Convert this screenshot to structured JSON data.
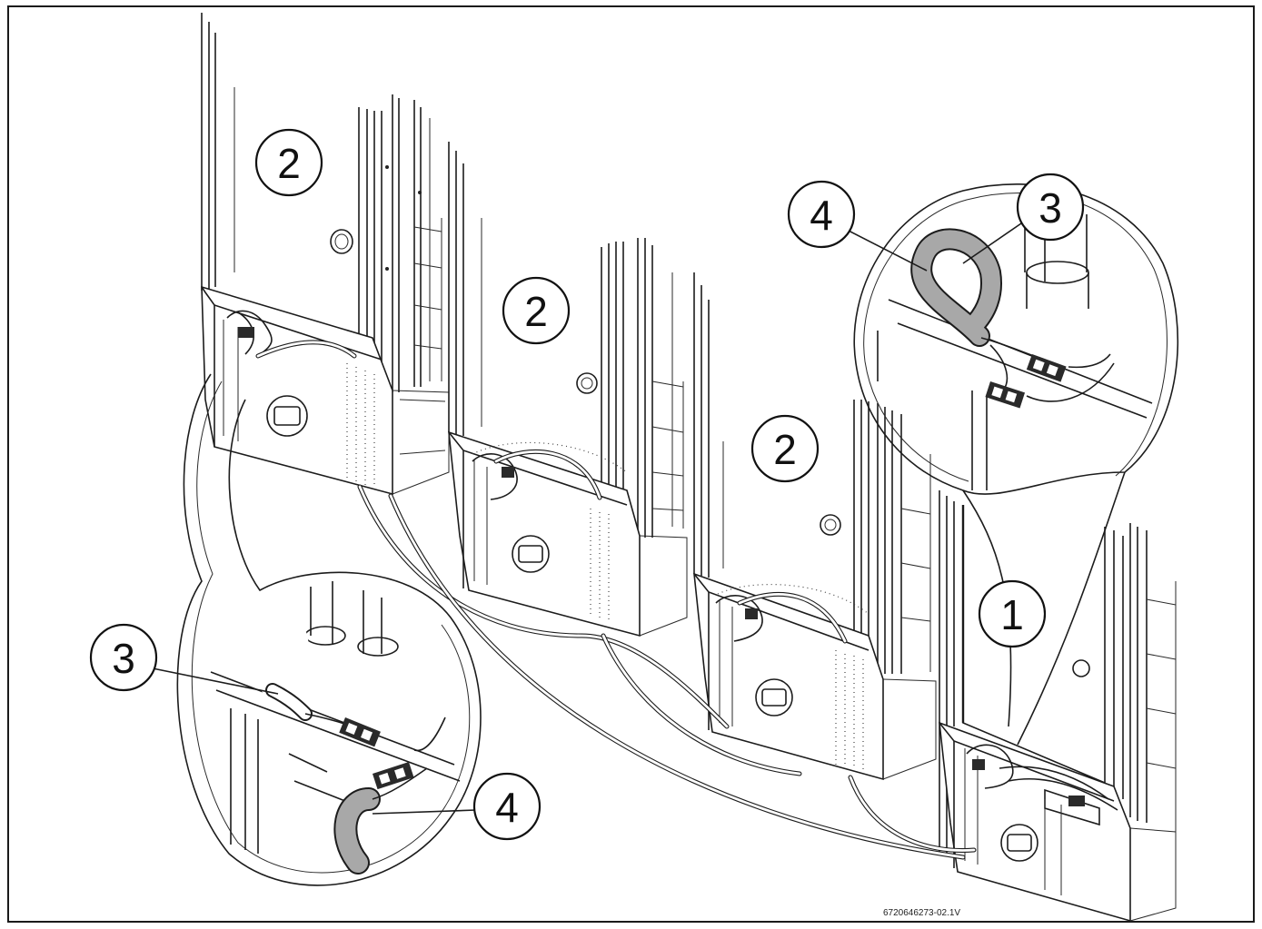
{
  "figure": {
    "code": "6720646273-02.1V"
  },
  "callouts": {
    "boiler_top_left": "2",
    "boiler_middle": "2",
    "boiler_right_middle": "2",
    "master_boiler": "1",
    "top_right_cable": "3",
    "top_right_connector": "4",
    "bottom_left_cable": "3",
    "bottom_left_connector": "4"
  },
  "colors": {
    "line": "#1c1c1c",
    "cable_grey": "#a8a8a8",
    "connector": "#2a2a2a"
  }
}
